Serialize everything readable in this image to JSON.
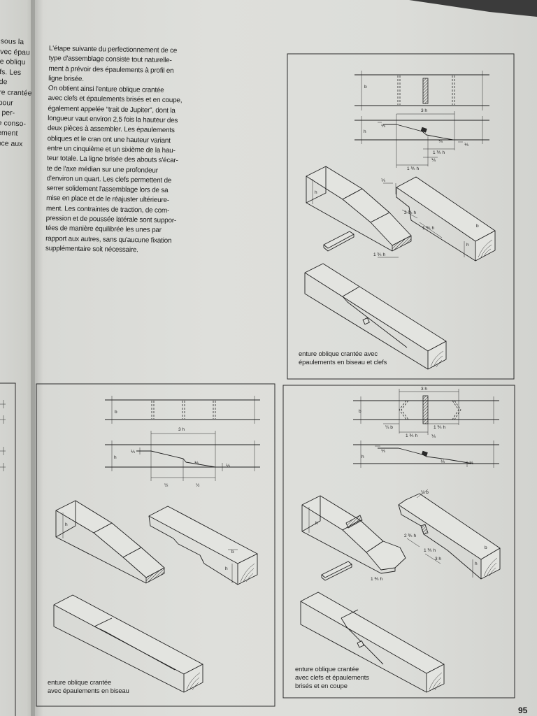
{
  "left_page": {
    "fragments": [
      "sous la",
      "vec épau",
      "e obliqu",
      "fs. Les",
      "de",
      "re crantée",
      "pour",
      "l per-",
      "e conso-",
      "ement",
      "nce aux"
    ]
  },
  "body": {
    "paragraph_lines": [
      "L'étape suivante du perfectionnement de ce",
      "type d'assemblage consiste tout naturelle-",
      "ment à prévoir des épaulements à profil en",
      "ligne brisée.",
      "On obtient ainsi l'enture oblique crantée",
      "avec clefs et épaulements brisés et en coupe,",
      "également appelée “trait de Jupiter”, dont la",
      "longueur vaut environ 2,5 fois la hauteur des",
      "deux pièces à assembler. Les épaulements",
      "obliques et le cran ont une hauteur variant",
      "entre un cinquième et un sixième de la hau-",
      "teur totale. La ligne brisée des abouts s'écar-",
      "te de l'axe médian sur une profondeur",
      "d'environ un quart. Les clefs permettent de",
      "serrer solidement l'assemblage lors de sa",
      "mise en place et de le réajuster ultérieure-",
      "ment. Les contraintes de traction, de com-",
      "pression et de poussée latérale sont suppor-",
      "tées de manière équilibrée les unes par",
      "rapport aux autres, sans qu'aucune fixation",
      "supplémentaire soit nécessaire."
    ]
  },
  "figures": {
    "top_right": {
      "caption": [
        "enture oblique crantée avec",
        "épaulements en biseau et clefs"
      ],
      "labels": [
        "b",
        "3 h",
        "h",
        "⅕",
        "⅕",
        "⅕",
        "1 ⅗ h",
        "⅕",
        "1 ⅗ h",
        "⅕",
        "h",
        "2 ⅗ h",
        "1 ⅗ h",
        "b",
        "h",
        "1 ⅗ h"
      ]
    },
    "bottom_left": {
      "caption": [
        "enture oblique crantée",
        "avec épaulements en biseau"
      ],
      "labels": [
        "b",
        "3 h",
        "h",
        "⅕",
        "⅕",
        "⅕",
        "½",
        "½",
        "h",
        "b",
        "h"
      ]
    },
    "bottom_right": {
      "caption": [
        "enture oblique crantée",
        "avec clefs et épaulements",
        "brisés et en coupe"
      ],
      "labels": [
        "3 h",
        "b",
        "¼ b",
        "1 ⅗ h",
        "1 ⅗ h",
        "⅕",
        "⅕",
        "h",
        "⅕",
        "⅕",
        "¼ b",
        "h",
        "2 ⅗ h",
        "1 ⅗ h",
        "3 h",
        "b",
        "h",
        "1 ⅗ h"
      ]
    }
  },
  "page_number": "95",
  "colors": {
    "paper": "#dcddd9",
    "ink": "#1f1f1f"
  }
}
